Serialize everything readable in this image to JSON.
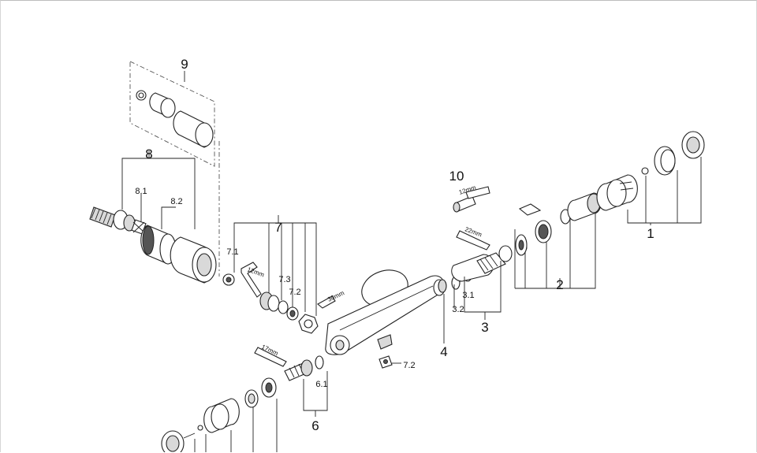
{
  "labels": {
    "l1": "1",
    "l2": "2",
    "l3": "3",
    "l3_1": "3.1",
    "l3_2": "3.2",
    "l4": "4",
    "l6": "6",
    "l6_1": "6.1",
    "l7": "7",
    "l7_1": "7.1",
    "l7_2": "7.2",
    "l7_3": "7.3",
    "l7_2b": "7.2",
    "l8": "8",
    "l8_1": "8.1",
    "l8_2": "8.2",
    "l9": "9",
    "l10": "10"
  },
  "tools": {
    "t12a": "12mm",
    "t12b": "12mm",
    "t22": "22mm",
    "t30": "30mm",
    "t17": "17mm"
  }
}
